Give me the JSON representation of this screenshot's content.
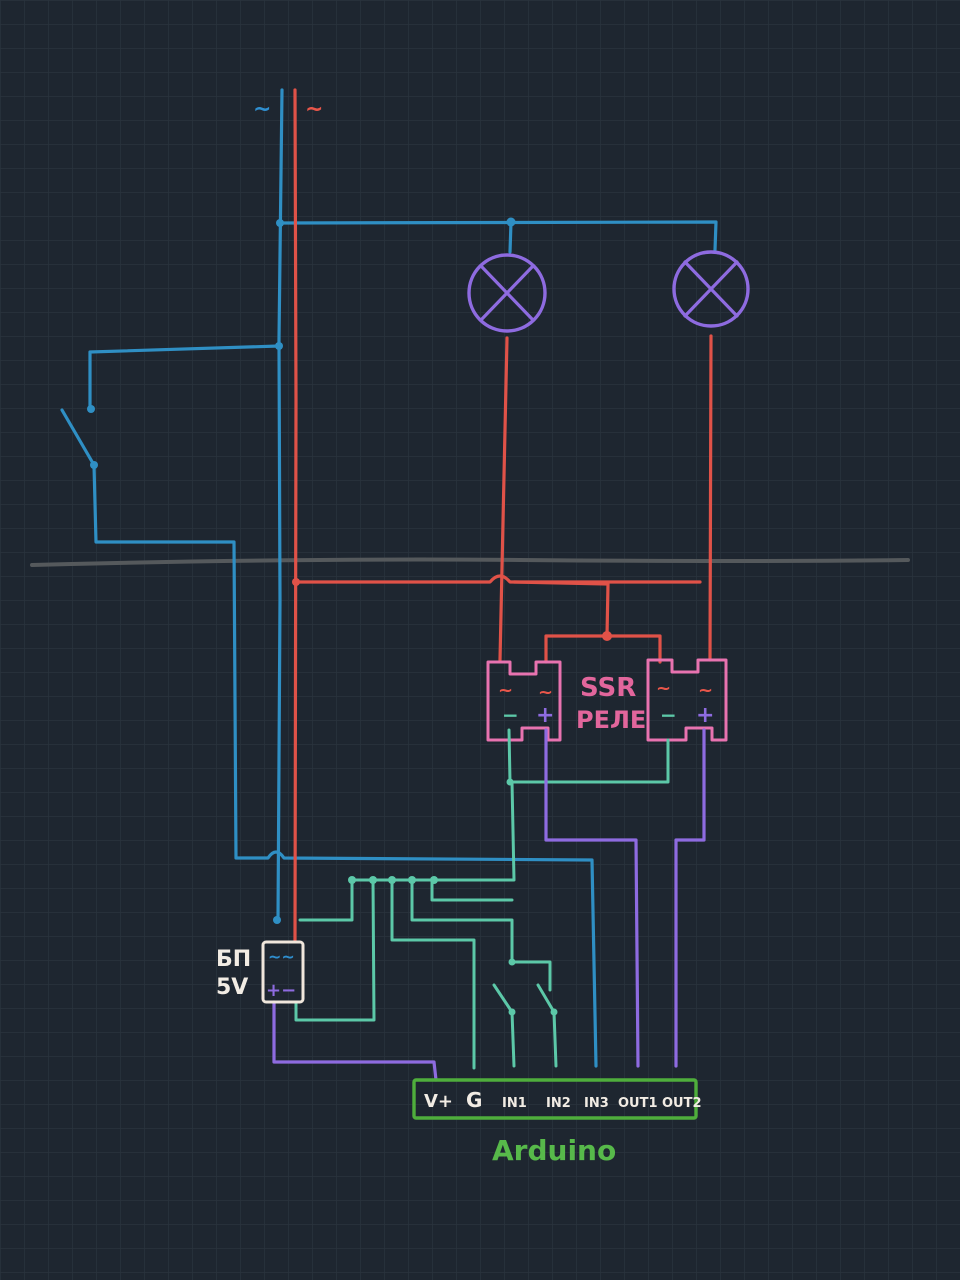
{
  "mains": {
    "neutral_symbol": "~",
    "phase_symbol": "~"
  },
  "relay": {
    "title_line1": "SSR",
    "title_line2": "РЕЛЕ",
    "left_ac1": "~",
    "left_ac2": "~",
    "left_minus": "−",
    "left_plus": "+",
    "right_ac1": "~",
    "right_ac2": "~",
    "right_minus": "−",
    "right_plus": "+"
  },
  "psu": {
    "label_line1": "БП",
    "label_line2": "5V",
    "ac_label": "~~",
    "dc_label": "+−"
  },
  "arduino": {
    "name": "Arduino",
    "pins": [
      "V+",
      "G",
      "IN1",
      "IN2",
      "IN3",
      "OUT1",
      "OUT2"
    ]
  },
  "colors": {
    "background": "#1e2630",
    "grid": "#2c3640",
    "neutral_wire": "#2f8fc4",
    "phase_wire": "#e05248",
    "signal_wire": "#5cc8a8",
    "power_wire": "#8e6be0",
    "relay_outline": "#e873b0",
    "arduino_outline": "#4fae3c"
  }
}
